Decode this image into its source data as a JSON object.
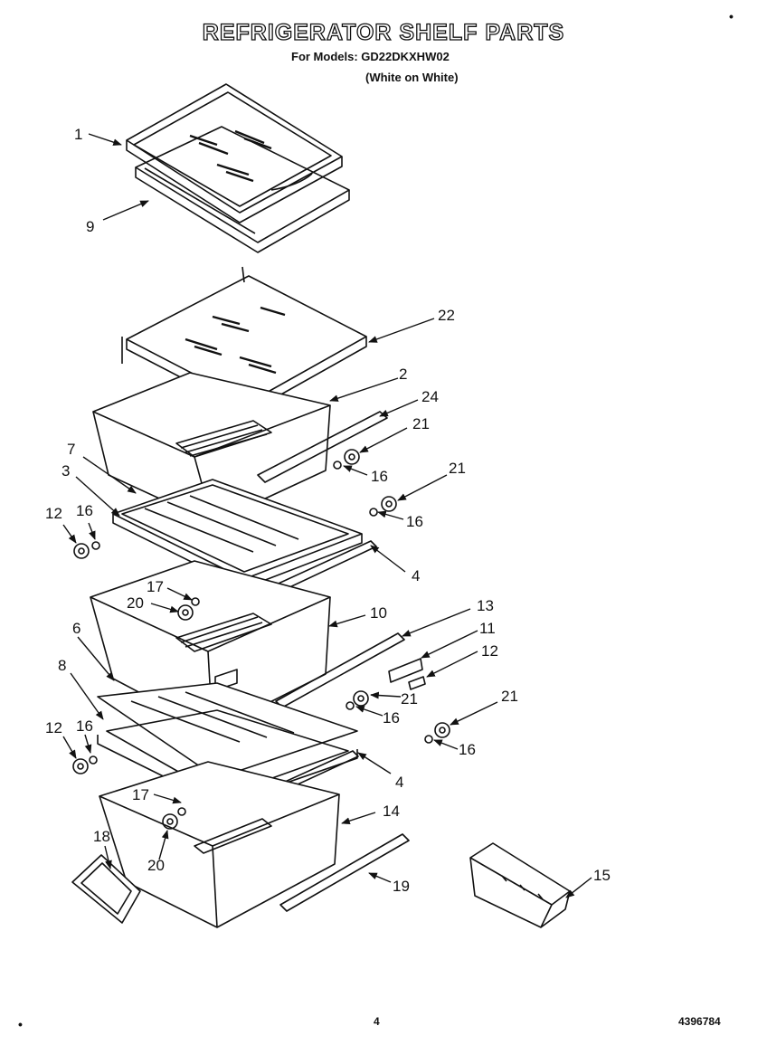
{
  "header": {
    "title": "REFRIGERATOR SHELF PARTS",
    "models_line": "For Models: GD22DKXHW02",
    "variant_line": "(White on White)"
  },
  "footer": {
    "page_number": "4",
    "part_number": "4396784"
  },
  "callouts": [
    "1",
    "9",
    "22",
    "2",
    "24",
    "21",
    "16",
    "7",
    "3",
    "21",
    "16",
    "12",
    "16",
    "4",
    "17",
    "20",
    "10",
    "13",
    "11",
    "12",
    "6",
    "21",
    "8",
    "16",
    "21",
    "12",
    "16",
    "16",
    "4",
    "17",
    "14",
    "18",
    "20",
    "19",
    "15"
  ]
}
